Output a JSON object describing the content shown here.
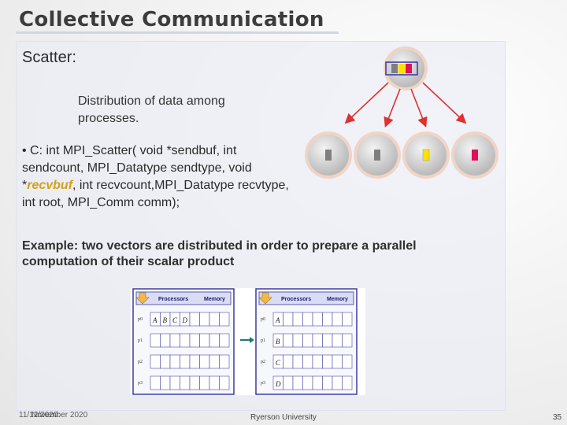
{
  "slide": {
    "title": "Collective Communication",
    "heading": "Scatter:",
    "description": "Distribution of data among processes.",
    "code_prefix": "• C: int MPI_Scatter( void *sendbuf, int sendcount, MPI_Datatype sendtype, void *",
    "code_highlight": "recvbuf",
    "code_suffix": ", int recvcount,MPI_Datatype recvtype,  int root, MPI_Comm comm);",
    "example": "Example: two vectors are distributed in order to prepare a parallel computation of their scalar product"
  },
  "scatter_diagram": {
    "block_colors": [
      "#7f7f7f",
      "#ffe000",
      "#e0105a"
    ],
    "leaf_blocks": [
      "#7f7f7f",
      "#7f7f7f",
      "#ffe000",
      "#e0105a"
    ],
    "arrow_color": "#e03030",
    "node_color": "#d9d9d9"
  },
  "matrix_figure": {
    "left": {
      "col_processors": "Processors",
      "col_memory": "Memory",
      "rows": [
        {
          "label": "p0",
          "cells": [
            "A",
            "B",
            "C",
            "D"
          ]
        },
        {
          "label": "p1",
          "cells": [
            "",
            "",
            "",
            ""
          ]
        },
        {
          "label": "p2",
          "cells": [
            "",
            "",
            "",
            ""
          ]
        },
        {
          "label": "p3",
          "cells": [
            "",
            "",
            "",
            ""
          ]
        }
      ]
    },
    "right": {
      "col_processors": "Processors",
      "col_memory": "Memory",
      "rows": [
        {
          "label": "p0",
          "cells": [
            "A",
            "",
            "",
            ""
          ]
        },
        {
          "label": "p1",
          "cells": [
            "B",
            "",
            "",
            ""
          ]
        },
        {
          "label": "p2",
          "cells": [
            "C",
            "",
            "",
            ""
          ]
        },
        {
          "label": "p3",
          "cells": [
            "D",
            "",
            "",
            ""
          ]
        }
      ]
    }
  },
  "footer": {
    "date_a": "11/12/2020",
    "date_b": "November 2020",
    "center": "Ryerson University",
    "page": "35"
  }
}
